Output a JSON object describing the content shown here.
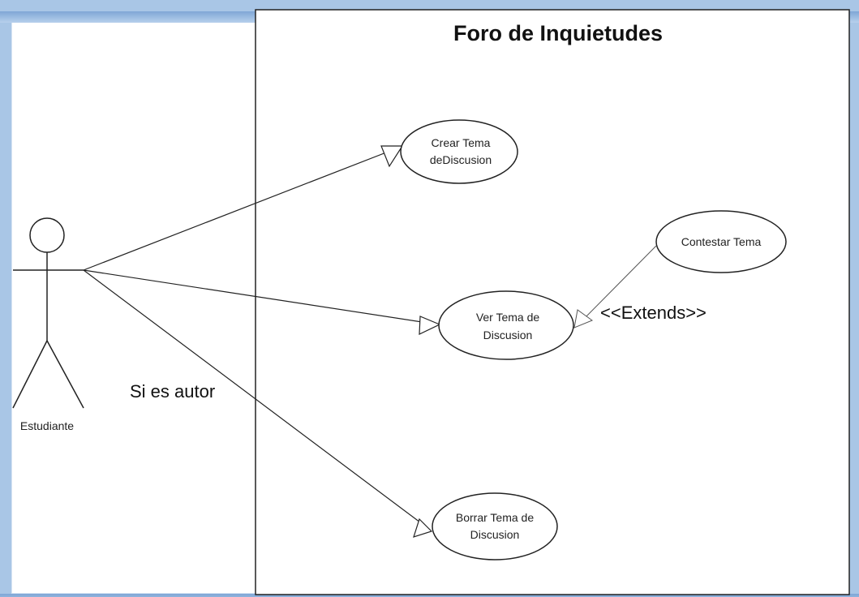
{
  "diagram": {
    "system_title": "Foro de Inquietudes",
    "actor": {
      "name": "Estudiante"
    },
    "use_cases": {
      "crear": {
        "line1": "Crear Tema",
        "line2": "deDiscusion"
      },
      "ver": {
        "line1": "Ver Tema de",
        "line2": "Discusion"
      },
      "borrar": {
        "line1": "Borrar Tema de",
        "line2": "Discusion"
      },
      "contestar": {
        "line1": "Contestar Tema"
      }
    },
    "relationships": {
      "extends_label": "<<Extends>>",
      "condition_label": "Si es autor"
    },
    "colors": {
      "frame": "#a9c6e6",
      "line": "#222222",
      "background": "#ffffff"
    }
  }
}
